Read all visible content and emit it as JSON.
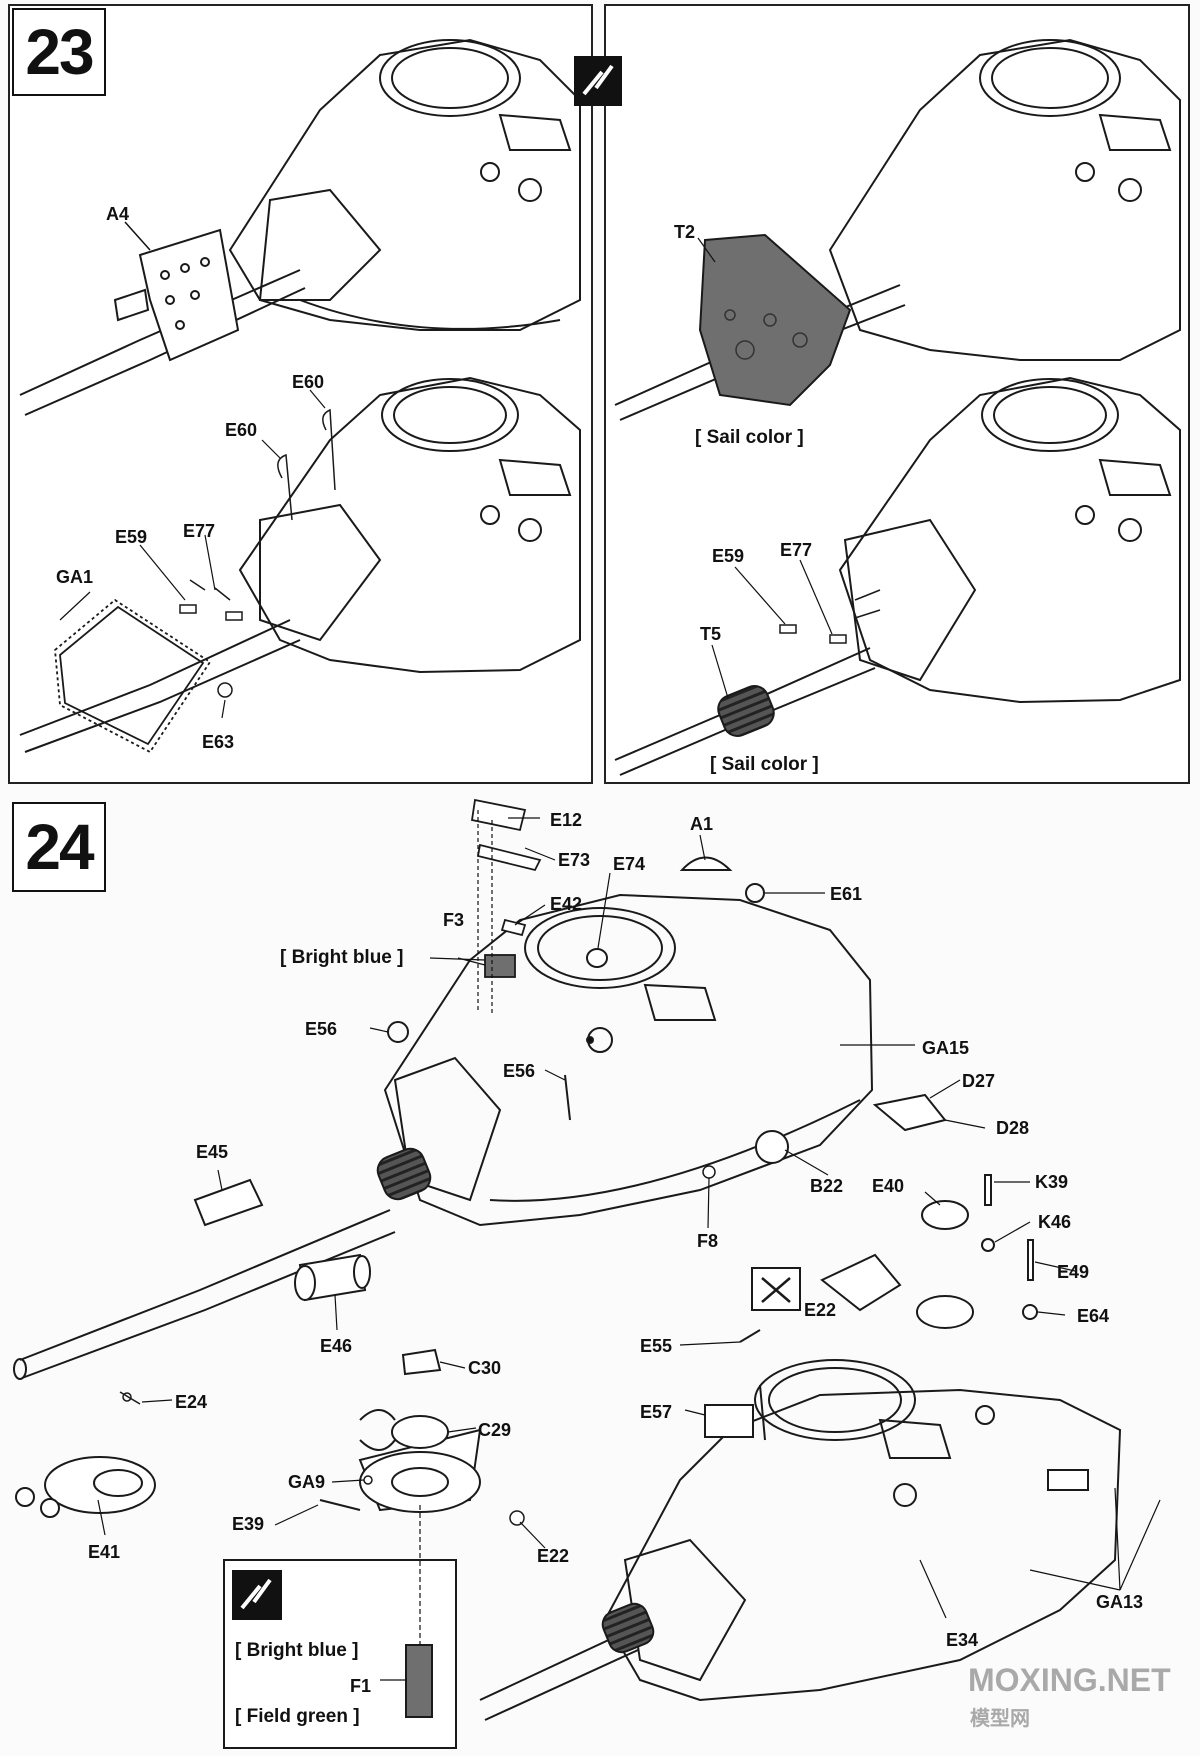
{
  "steps": {
    "s23": "23",
    "s24": "24"
  },
  "paint": {
    "sail": "[ Sail color ]",
    "blue": "[ Bright blue ]",
    "green": "[ Field green ]"
  },
  "parts": {
    "A4": "A4",
    "E60": "E60",
    "E59": "E59",
    "E77": "E77",
    "GA1": "GA1",
    "E63": "E63",
    "T2": "T2",
    "T5": "T5",
    "E12": "E12",
    "E73": "E73",
    "E42": "E42",
    "F3": "F3",
    "E74": "E74",
    "A1": "A1",
    "E61": "E61",
    "E56": "E56",
    "GA15": "GA15",
    "D27": "D27",
    "D28": "D28",
    "B22": "B22",
    "F8": "F8",
    "K39": "K39",
    "E40": "E40",
    "K46": "K46",
    "E49": "E49",
    "E22": "E22",
    "E64": "E64",
    "E45": "E45",
    "E46": "E46",
    "E24": "E24",
    "E41": "E41",
    "C30": "C30",
    "C29": "C29",
    "GA9": "GA9",
    "E39": "E39",
    "E55": "E55",
    "E57": "E57",
    "E34": "E34",
    "GA13": "GA13",
    "F1": "F1"
  },
  "watermark": {
    "site": "MOXING.NET",
    "cn": "模型网"
  },
  "colors": {
    "sail": "#6f6f6f",
    "line": "#1a1a1a",
    "paper": "#ffffff"
  }
}
